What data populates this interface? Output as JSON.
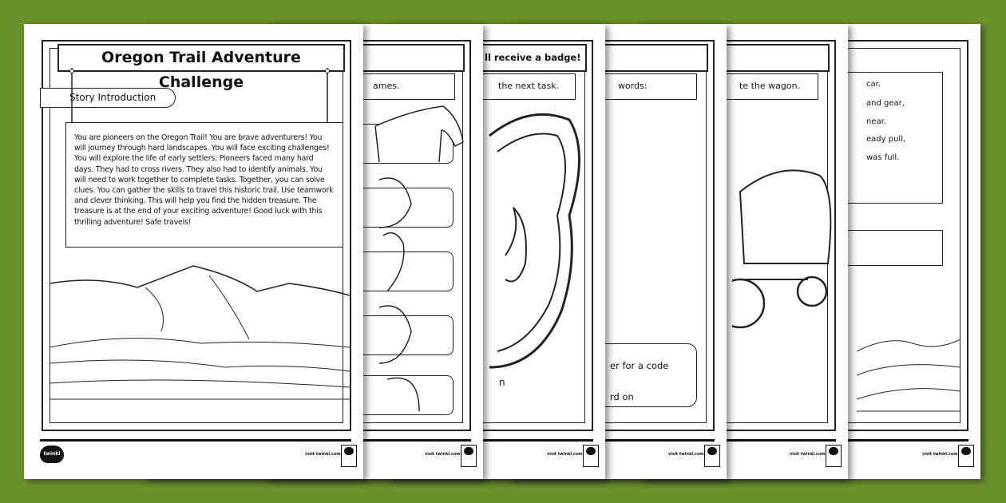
{
  "background_color": "#6a922c",
  "pages": [
    {
      "title": "Oregon Trail Adventure Challenge",
      "section": "Story Introduction",
      "text": "You are pioneers on the Oregon Trail! You are brave adventurers! You will journey through hard landscapes. You will face exciting challenges! You will explore the life of early settlers. Pioneers faced many hard days. They had to cross rivers. They also had to identify animals. You will need to work together to complete tasks. Together, you can solve clues. You can gather the skills to travel this historic trail. Use teamwork and clever thinking. This will help you find the hidden treasure. The treasure is at the end of your exciting adventure! Good luck with this thrilling adventure! Safe travels!",
      "logo": "twinkl",
      "footer": "visit twinkl.com"
    },
    {
      "instruction": "ames.",
      "footer": "visit twinkl.com"
    },
    {
      "title": "ll receive a badge!",
      "instruction": "the next task.",
      "bottom_text": "n",
      "footer": "visit twinkl.com"
    },
    {
      "instruction": "words:",
      "code_box": [
        "er for a code",
        "rd on"
      ],
      "footer": "visit twinkl.com"
    },
    {
      "instruction": "te the wagon.",
      "footer": "visit twinkl.com"
    },
    {
      "lines": [
        "car.",
        "and gear,",
        "near.",
        "eady pull,",
        "was full."
      ],
      "footer": "visit twinkl.com"
    }
  ]
}
